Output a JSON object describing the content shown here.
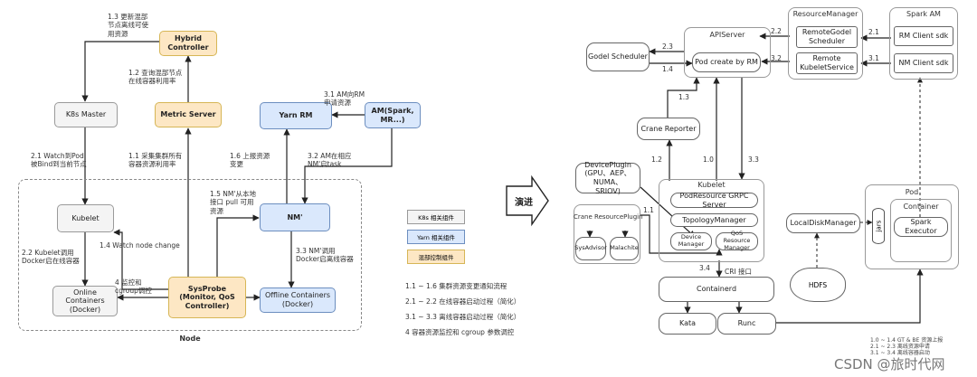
{
  "left": {
    "hybrid_controller": "Hybrid\nController",
    "metric_server": "Metric Server",
    "k8s_master": "K8s Master",
    "yarn_rm": "Yarn RM",
    "am": "AM(Spark,\nMR...)",
    "kubelet": "Kubelet",
    "nm": "NM'",
    "sysprobe": "SysProbe\n(Monitor, QoS\nController)",
    "online_containers": "Online\nContainers\n(Docker)",
    "offline_containers": "Offline Containers\n(Docker)",
    "node_label": "Node",
    "labels": {
      "l13": "1.3 更新混部\n节点离线可使\n用资源",
      "l12": "1.2 查询混部节点\n在线容器利用率",
      "l31": "3.1 AM向RM\n申请资源",
      "l21": "2.1 Watch到Pod\n被Bind到当前节点",
      "l11": "1.1 采集集群所有\n容器资源利用率",
      "l16": "1.6 上报资源\n变更",
      "l32": "3.2 AM在相应\nNM'启task",
      "l15": "1.5 NM'从本地\n接口 pull 可用\n资源",
      "l14": "1.4 Watch node change",
      "l22": "2.2 Kubelet调用\nDocker启在线容器",
      "l33": "3.3 NM'调用\nDocker启离线容器",
      "l4": "4 监控和\ncgroup调控"
    }
  },
  "legend": {
    "k8s": "K8s 相关组件",
    "yarn": "Yarn 相关组件",
    "mixed": "混部控制组件",
    "notes": [
      "1.1 ~ 1.6 集群资源变更通知流程",
      "2.1 ~ 2.2 在线容器启动过程（简化）",
      "3.1 ~ 3.3 离线容器启动过程（简化）",
      "4 容器资源监控和 cgroup 参数调控"
    ]
  },
  "evolve": "演进",
  "right": {
    "resource_manager": "ResourceManager",
    "spark_am": "Spark AM",
    "apiserver": "APIServer",
    "pod_create": "Pod create by RM",
    "remote_godel": "RemoteGodel\nScheduler",
    "remote_kubelet": "Remote\nKubeletService",
    "rm_client": "RM Client sdk",
    "nm_client": "NM Client sdk",
    "godel_scheduler": "Godel Scheduler",
    "crane_reporter": "Crane Reporter",
    "device_plugin": "DevicePlugin\n(GPU、AEP、NUMA、\nSRIOV)",
    "crane_resource_plugin": "Crane ResourcePlugin",
    "sysadvisor": "SysAdvisor",
    "malachite": "Malachite",
    "kubelet": "Kubelet",
    "podresource_grpc": "PodResource GRPC Server",
    "topology_manager": "TopologyManager",
    "device_manager": "Device\nManager",
    "qos_manager": "QoS Resource\nManager",
    "containerd": "Containerd",
    "kata": "Kata",
    "runc": "Runc",
    "cri": "CRI 接口",
    "local_disk_manager": "LocalDiskManager",
    "pod": "Pod",
    "jars": "jars",
    "container": "Container",
    "spark_executor": "Spark Executor",
    "hdfs": "HDFS",
    "labels": {
      "r23": "2.3",
      "r14": "1.4",
      "r22": "2.2",
      "r32": "3.2",
      "r21": "2.1",
      "r31": "3.1",
      "r13": "1.3",
      "r12": "1.2",
      "r10": "1.0",
      "r33": "3.3",
      "r11": "1.1",
      "r34": "3.4"
    },
    "notes": "1.0 ~ 1.4 GT & BE 资源上报\n2.1 ~ 2.3 离线资源申请\n3.1 ~ 3.4 离线容器启动"
  },
  "watermark": "CSDN @旅时代网"
}
